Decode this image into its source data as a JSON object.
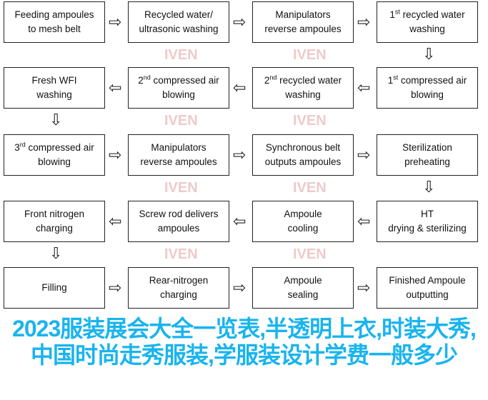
{
  "rows": [
    [
      {
        "pre": "Feeding ampoules\nto mesh belt"
      },
      {
        "pre": "Recycled water/\nultrasonic washing"
      },
      {
        "pre": "Manipulators\nreverse ampoules"
      },
      {
        "ord": "1",
        "sup": "st",
        "pre": " recycled water\nwashing"
      }
    ],
    [
      {
        "pre": "Fresh WFI\nwashing"
      },
      {
        "ord": "2",
        "sup": "nd",
        "pre": " compressed air\nblowing"
      },
      {
        "ord": "2",
        "sup": "nd",
        "pre": " recycled water\nwashing"
      },
      {
        "ord": "1",
        "sup": "st",
        "pre": " compressed air\nblowing"
      }
    ],
    [
      {
        "ord": "3",
        "sup": "rd",
        "pre": " compressed air\nblowing"
      },
      {
        "pre": "Manipulators\nreverse ampoules"
      },
      {
        "pre": "Synchronous belt\noutputs ampoules"
      },
      {
        "pre": "Sterilization\npreheating"
      }
    ],
    [
      {
        "pre": "Front nitrogen\ncharging"
      },
      {
        "pre": "Screw rod delivers\nampoules"
      },
      {
        "pre": "Ampoule\ncooling"
      },
      {
        "pre": "HT\ndrying & sterilizing"
      }
    ],
    [
      {
        "pre": "Filling"
      },
      {
        "pre": "Rear-nitrogen\ncharging"
      },
      {
        "pre": "Ampoule\nsealing"
      },
      {
        "pre": "Finished Ampoule\noutputting"
      }
    ]
  ],
  "overlay_title": "2023服装展会大全一览表,半透明上衣,时装大秀,中国时尚走秀服装,学服装设计学费一般多少",
  "watermark": "IVEN",
  "colors": {
    "overlay": "#19b4ee",
    "border": "#222222"
  }
}
